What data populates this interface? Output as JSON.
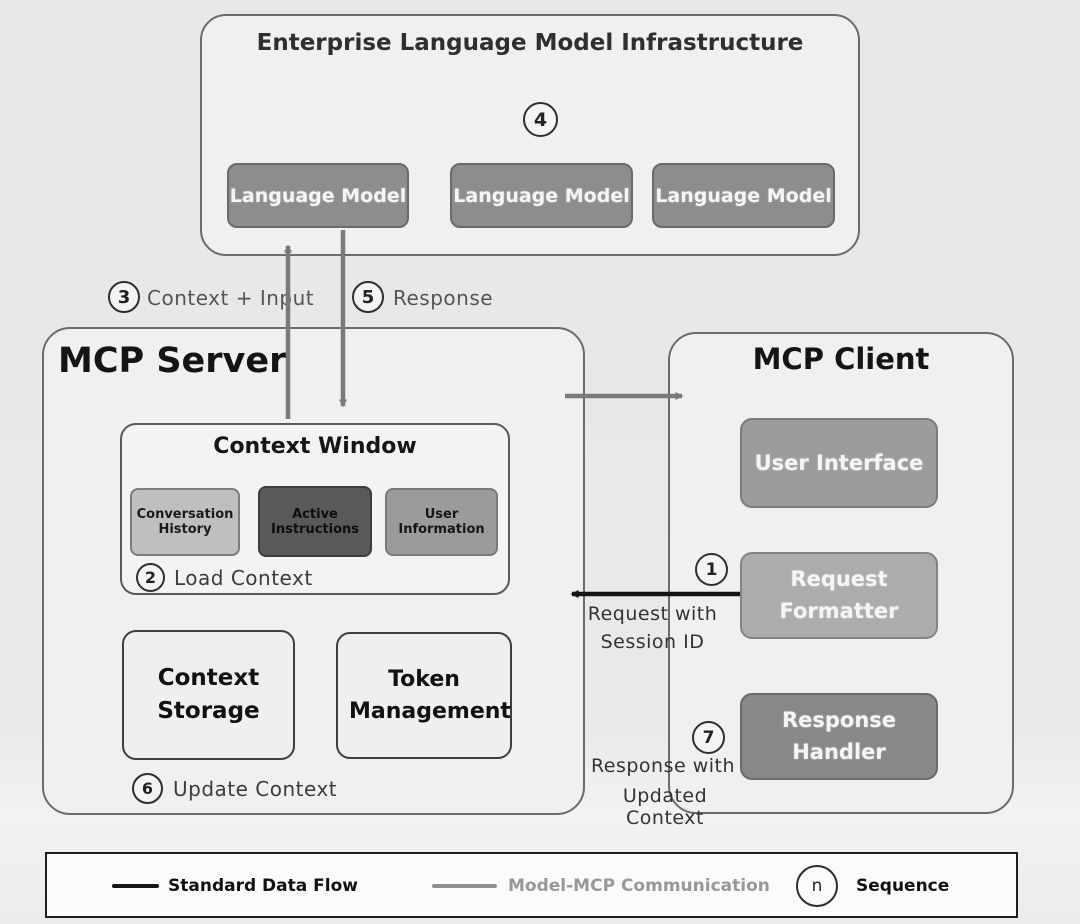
{
  "colors": {
    "background": "#e9e8e8",
    "panel_fill": "#f1f0f0",
    "panel_border": "#6b6b6b",
    "node_gray": "#8d8d8d",
    "node_dark": "#595959",
    "node_light": "#bfbfbf",
    "node_medium": "#9b9b9b",
    "flow_gray": "#7a7a7a",
    "flow_black": "#1a1a1a"
  },
  "elm": {
    "title": "Enterprise Language Model Infrastructure",
    "step": "4",
    "models": [
      {
        "label": "Language Model"
      },
      {
        "label": "Language Model"
      },
      {
        "label": "Language Model"
      }
    ]
  },
  "server": {
    "title": "MCP Server",
    "context_window": {
      "title": "Context Window",
      "items": [
        {
          "label": "Conversation History"
        },
        {
          "label": "Active Instructions"
        },
        {
          "label": "User Information"
        }
      ],
      "step": "2",
      "step_label": "Load Context"
    },
    "storage_label": "Context Storage",
    "token_label": "Token Management",
    "update_step": "6",
    "update_label": "Update Context"
  },
  "client": {
    "title": "MCP Client",
    "ui_label": "User Interface",
    "request_label": "Request Formatter",
    "request_step": "1",
    "response_label": "Response Handler",
    "response_step": "7"
  },
  "flows": {
    "context_input": {
      "step": "3",
      "label": "Context + Input"
    },
    "response": {
      "step": "5",
      "label": "Response"
    },
    "request_line1": "Request with",
    "request_line2": "Session ID",
    "response_line1": "Response with",
    "response_line2": "Updated Context"
  },
  "legend": {
    "standard_label": "Standard Data Flow",
    "model_mcp_label": "Model-MCP Communication",
    "sequence_symbol": "n",
    "sequence_label": "Sequence"
  }
}
